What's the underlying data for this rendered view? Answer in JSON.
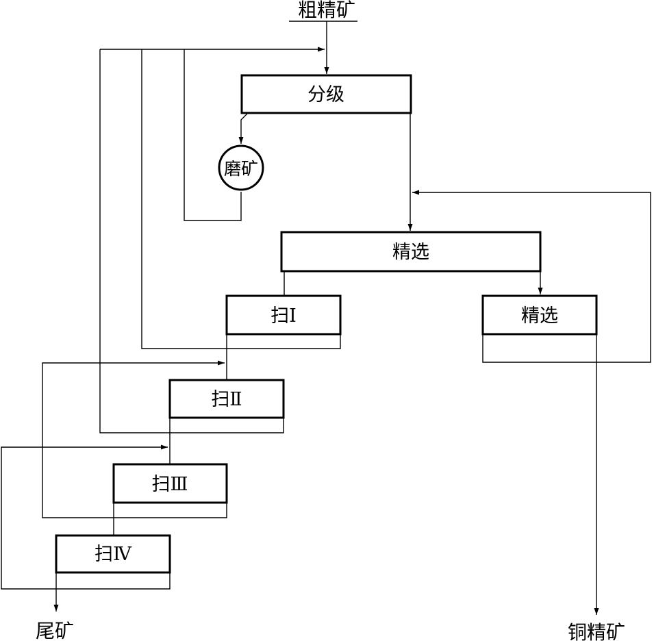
{
  "feed": "粗精矿",
  "classifier": "分级",
  "mill": "磨矿",
  "rougher_cleaner": "精选",
  "scavenger_1": "扫Ⅰ",
  "cleaner_2": "精选",
  "scavenger_2": "扫Ⅱ",
  "scavenger_3": "扫Ⅲ",
  "scavenger_4": "扫Ⅳ",
  "tailings": "尾矿",
  "copper_concentrate": "铜精矿",
  "colors": {
    "stroke": "#000000",
    "background": "#ffffff"
  }
}
